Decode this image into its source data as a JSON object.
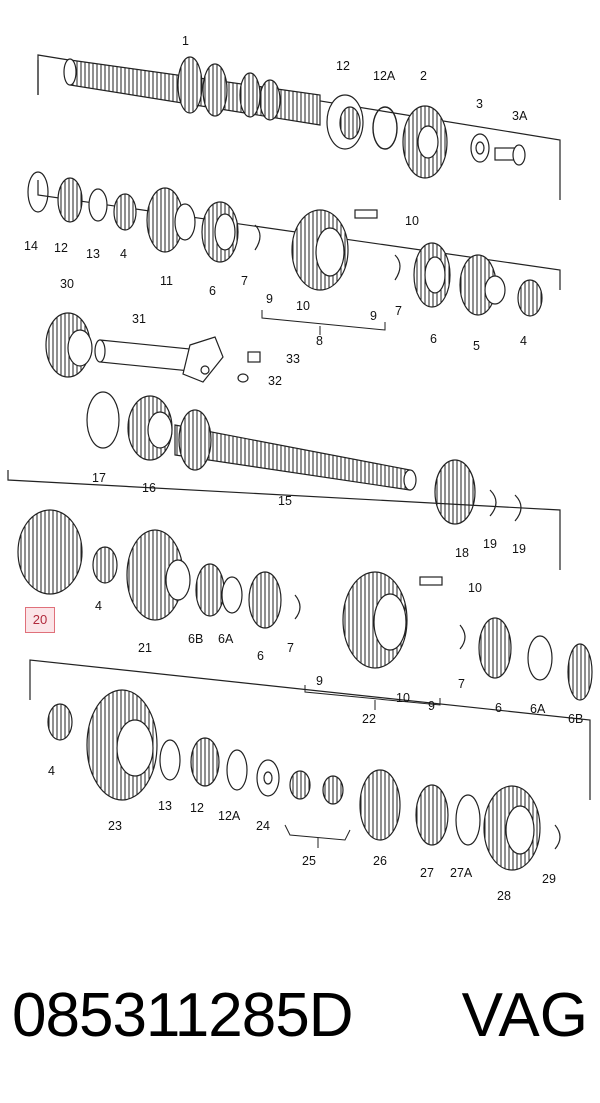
{
  "diagram": {
    "labels": [
      "1",
      "12",
      "12A",
      "2",
      "3",
      "3A",
      "14",
      "12",
      "13",
      "4",
      "11",
      "6",
      "7",
      "10",
      "9",
      "10",
      "9",
      "7",
      "6",
      "5",
      "4",
      "8",
      "30",
      "31",
      "33",
      "32",
      "17",
      "16",
      "15",
      "18",
      "19",
      "19",
      "20",
      "4",
      "21",
      "6B",
      "6A",
      "6",
      "7",
      "10",
      "9",
      "10",
      "9",
      "7",
      "6",
      "6A",
      "6B",
      "22",
      "4",
      "23",
      "13",
      "12",
      "12A",
      "24",
      "25",
      "26",
      "27",
      "27A",
      "28",
      "29"
    ],
    "highlighted_label": "20"
  },
  "footer": {
    "part_number": "085311285D",
    "brand": "VAG"
  }
}
